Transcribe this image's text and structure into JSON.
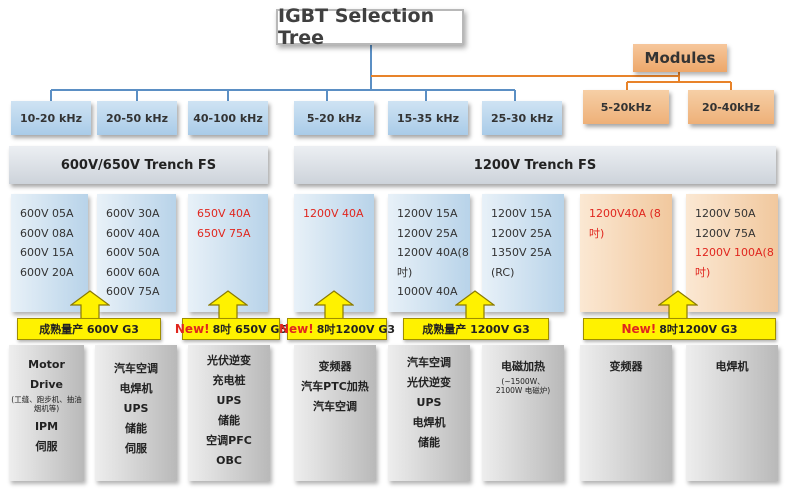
{
  "title": "IGBT Selection Tree",
  "modules_label": "Modules",
  "frequency_ranges": [
    "10-20 kHz",
    "20-50 kHz",
    "40-100 kHz",
    "5-20  kHz",
    "15-35  kHz",
    "25-30  kHz",
    "5-20kHz",
    "20-40kHz"
  ],
  "voltage_bands": [
    "600V/650V   Trench  FS",
    "1200V Trench  FS"
  ],
  "ratings": [
    [
      "600V  05A",
      "600V  08A",
      "600V  15A",
      "600V  20A"
    ],
    [
      "600V  30A",
      "600V  40A",
      "600V  50A",
      "600V  60A",
      "600V  75A"
    ],
    [
      "650V  40A",
      "650V  75A"
    ],
    [
      "1200V  40A"
    ],
    [
      "1200V 15A",
      "1200V 25A",
      "1200V 40A(8吋)",
      "1000V 40A"
    ],
    [
      "1200V  15A",
      "1200V  25A",
      "1350V  25A",
      "(RC)"
    ],
    [
      "1200V40A  (8吋)"
    ],
    [
      "1200V 50A",
      "1200V 75A",
      "1200V 100A(8吋)"
    ]
  ],
  "generation_labels": [
    {
      "new": "",
      "text": "成熟量产 600V G3"
    },
    {
      "new": "New!",
      "text": "8吋 650V G5"
    },
    {
      "new": "New!",
      "text": "8吋1200V G3"
    },
    {
      "new": "",
      "text": "成熟量产 1200V G3"
    },
    {
      "new": "New!",
      "text": "8吋1200V G3"
    }
  ],
  "applications": [
    [
      "Motor",
      "Drive",
      "(工缝、跑步机、抽油烟机等)",
      "IPM",
      "伺服"
    ],
    [
      "汽车空调",
      "电焊机",
      "UPS",
      "储能",
      "伺服"
    ],
    [
      "光伏逆变",
      "充电桩",
      "UPS",
      "储能",
      "空调PFC",
      "OBC"
    ],
    [
      "变频器",
      "汽车PTC加热",
      "汽车空调"
    ],
    [
      "汽车空调",
      "光伏逆变",
      "UPS",
      "电焊机",
      "储能"
    ],
    [
      "电磁加热",
      "(~1500W、2100W 电磁炉)"
    ],
    [
      "变频器"
    ],
    [
      "电焊机"
    ]
  ],
  "colors": {
    "blue": "#a9cbe8",
    "orange": "#eda769",
    "red": "#e0261e",
    "yellow": "#fff200",
    "line_blue": "#5b8fc4",
    "line_orange": "#e8832a"
  }
}
